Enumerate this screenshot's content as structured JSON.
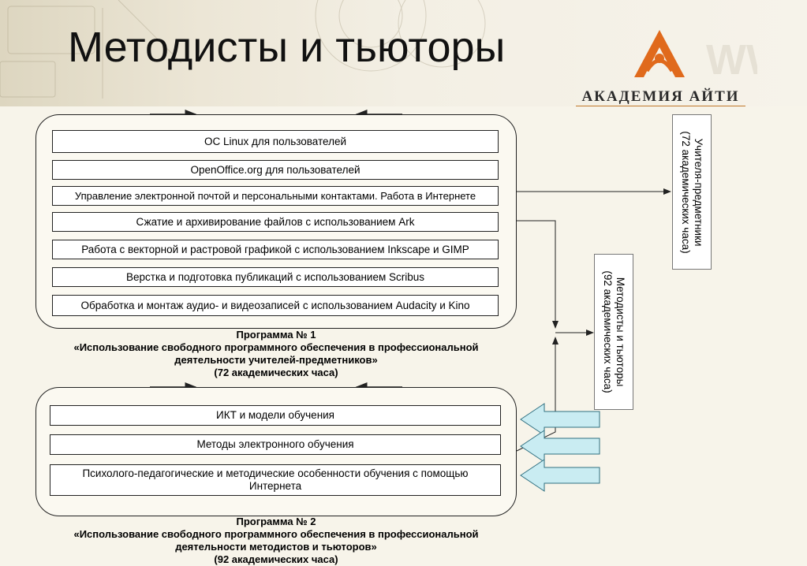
{
  "slide": {
    "title": "Методисты и тьюторы",
    "logo_text": "АКАДЕМИЯ АЙТИ",
    "logo_bg_text": "WW"
  },
  "program1": {
    "courses": [
      "ОС Linux для пользователей",
      "OpenOffice.org для пользователей",
      "Управление электронной почтой и персональными контактами. Работа в Интернете",
      "Сжатие и архивирование файлов с использованием Ark",
      "Работа с векторной и растровой графикой с использованием Inkscape и GIMP",
      "Верстка и подготовка публикаций с использованием Scribus",
      "Обработка и монтаж аудио- и видеозаписей с использованием Audacity и Kino"
    ],
    "caption": {
      "line1": "Программа № 1",
      "line2": "«Использование свободного программного обеспечения в профессиональной",
      "line3": "деятельности учителей-предметников»",
      "line4": "(72 академических часа)"
    }
  },
  "program2": {
    "courses": [
      "ИКТ и модели обучения",
      "Методы электронного обучения",
      "Психолого-педагогические и методические особенности обучения с помощью Интернета"
    ],
    "caption": {
      "line1": "Программа № 2",
      "line2": "«Использование свободного программного обеспечения в профессиональной",
      "line3": "деятельности методистов и тьюторов»",
      "line4": "(92 академических часа)"
    }
  },
  "audiences": {
    "teachers": {
      "line1": "Учителя-предметники",
      "line2": "(72 академических часа)"
    },
    "methodists": {
      "line1": "Методисты и тьюторы",
      "line2": "(92 академических часа)"
    }
  },
  "colors": {
    "arrow_fill": "#c9ecf2",
    "arrow_stroke": "#2f6f80",
    "logo_accent": "#e06a1c",
    "line": "#222222"
  }
}
